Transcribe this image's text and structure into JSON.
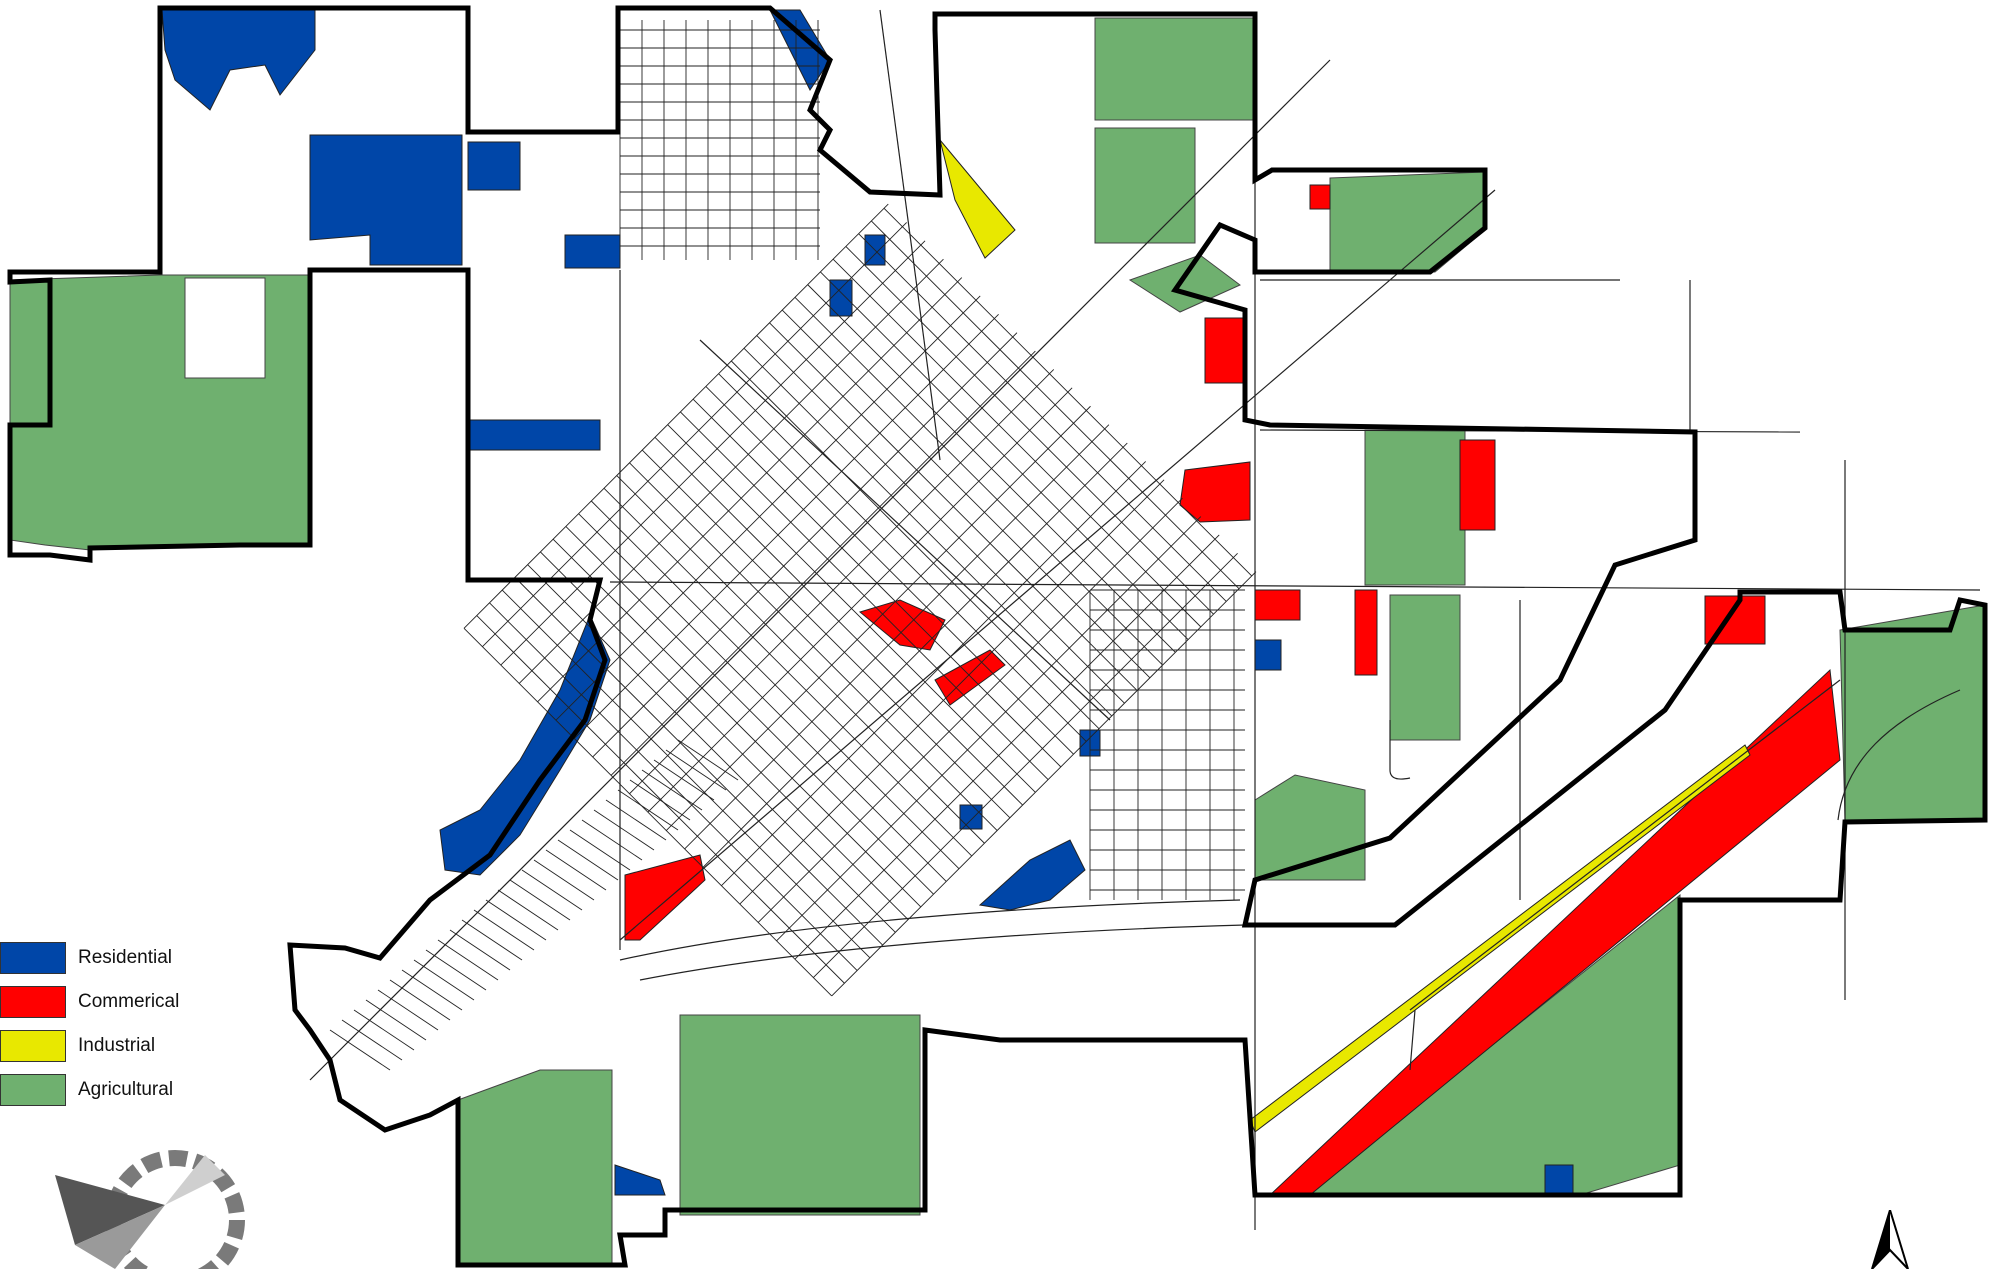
{
  "legend": {
    "items": [
      {
        "key": "residential",
        "label": "Residential",
        "color": "#0046a8"
      },
      {
        "key": "commercial",
        "label": "Commerical",
        "color": "#ff0000"
      },
      {
        "key": "industrial",
        "label": "Industrial",
        "color": "#e8e800"
      },
      {
        "key": "agricultural",
        "label": "Agricultural",
        "color": "#6fb06f"
      }
    ]
  },
  "colors": {
    "boundary": "#000000",
    "parcel_line": "#222222",
    "background": "#ffffff"
  },
  "icons": {
    "logo": "gear-logo-icon",
    "north": "north-arrow-icon"
  }
}
